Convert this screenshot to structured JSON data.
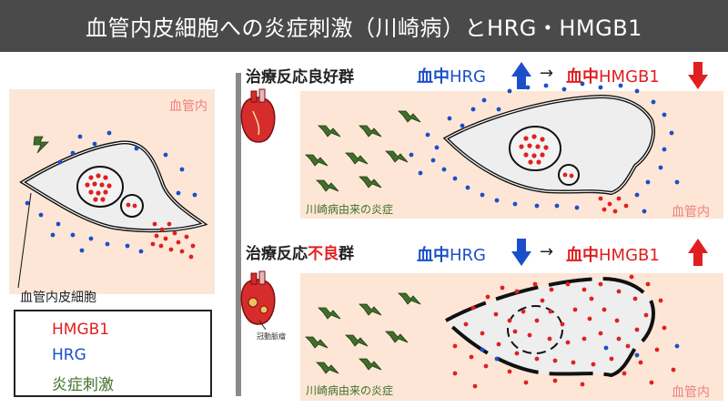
{
  "header": {
    "title": "血管内皮細胞への炎症刺激（川崎病）とHRG・HMGB1"
  },
  "left": {
    "vessel_label": "血管内",
    "cell_label": "血管内皮細胞"
  },
  "legend": {
    "items": [
      {
        "label": "HMGB1",
        "color": "#e02020"
      },
      {
        "label": "HRG",
        "color": "#1a4fc9"
      },
      {
        "label": "炎症刺激",
        "color": "#3f6f2a"
      }
    ]
  },
  "good": {
    "title": "治療反応良好群",
    "hrg_prefix": "血中",
    "hrg_name": "HRG",
    "arrow": "→",
    "hmgb1_prefix": "血中",
    "hmgb1_name": "HMGB1",
    "inflammation_label": "川崎病由来の炎症",
    "vessel_label": "血管内"
  },
  "bad": {
    "title_prefix": "治療反応",
    "title_highlight": "不良",
    "title_suffix": "群",
    "hrg_prefix": "血中",
    "hrg_name": "HRG",
    "arrow": "→",
    "hmgb1_prefix": "血中",
    "hmgb1_name": "HMGB1",
    "heart_label": "冠動脈瘤",
    "inflammation_label": "川崎病由来の炎症",
    "vessel_label": "血管内"
  },
  "colors": {
    "hmgb1": "#e02020",
    "hrg": "#1a4fc9",
    "inflammation": "#3f6f2a",
    "panel": "#fde6d6",
    "header": "#4a4a4a"
  }
}
